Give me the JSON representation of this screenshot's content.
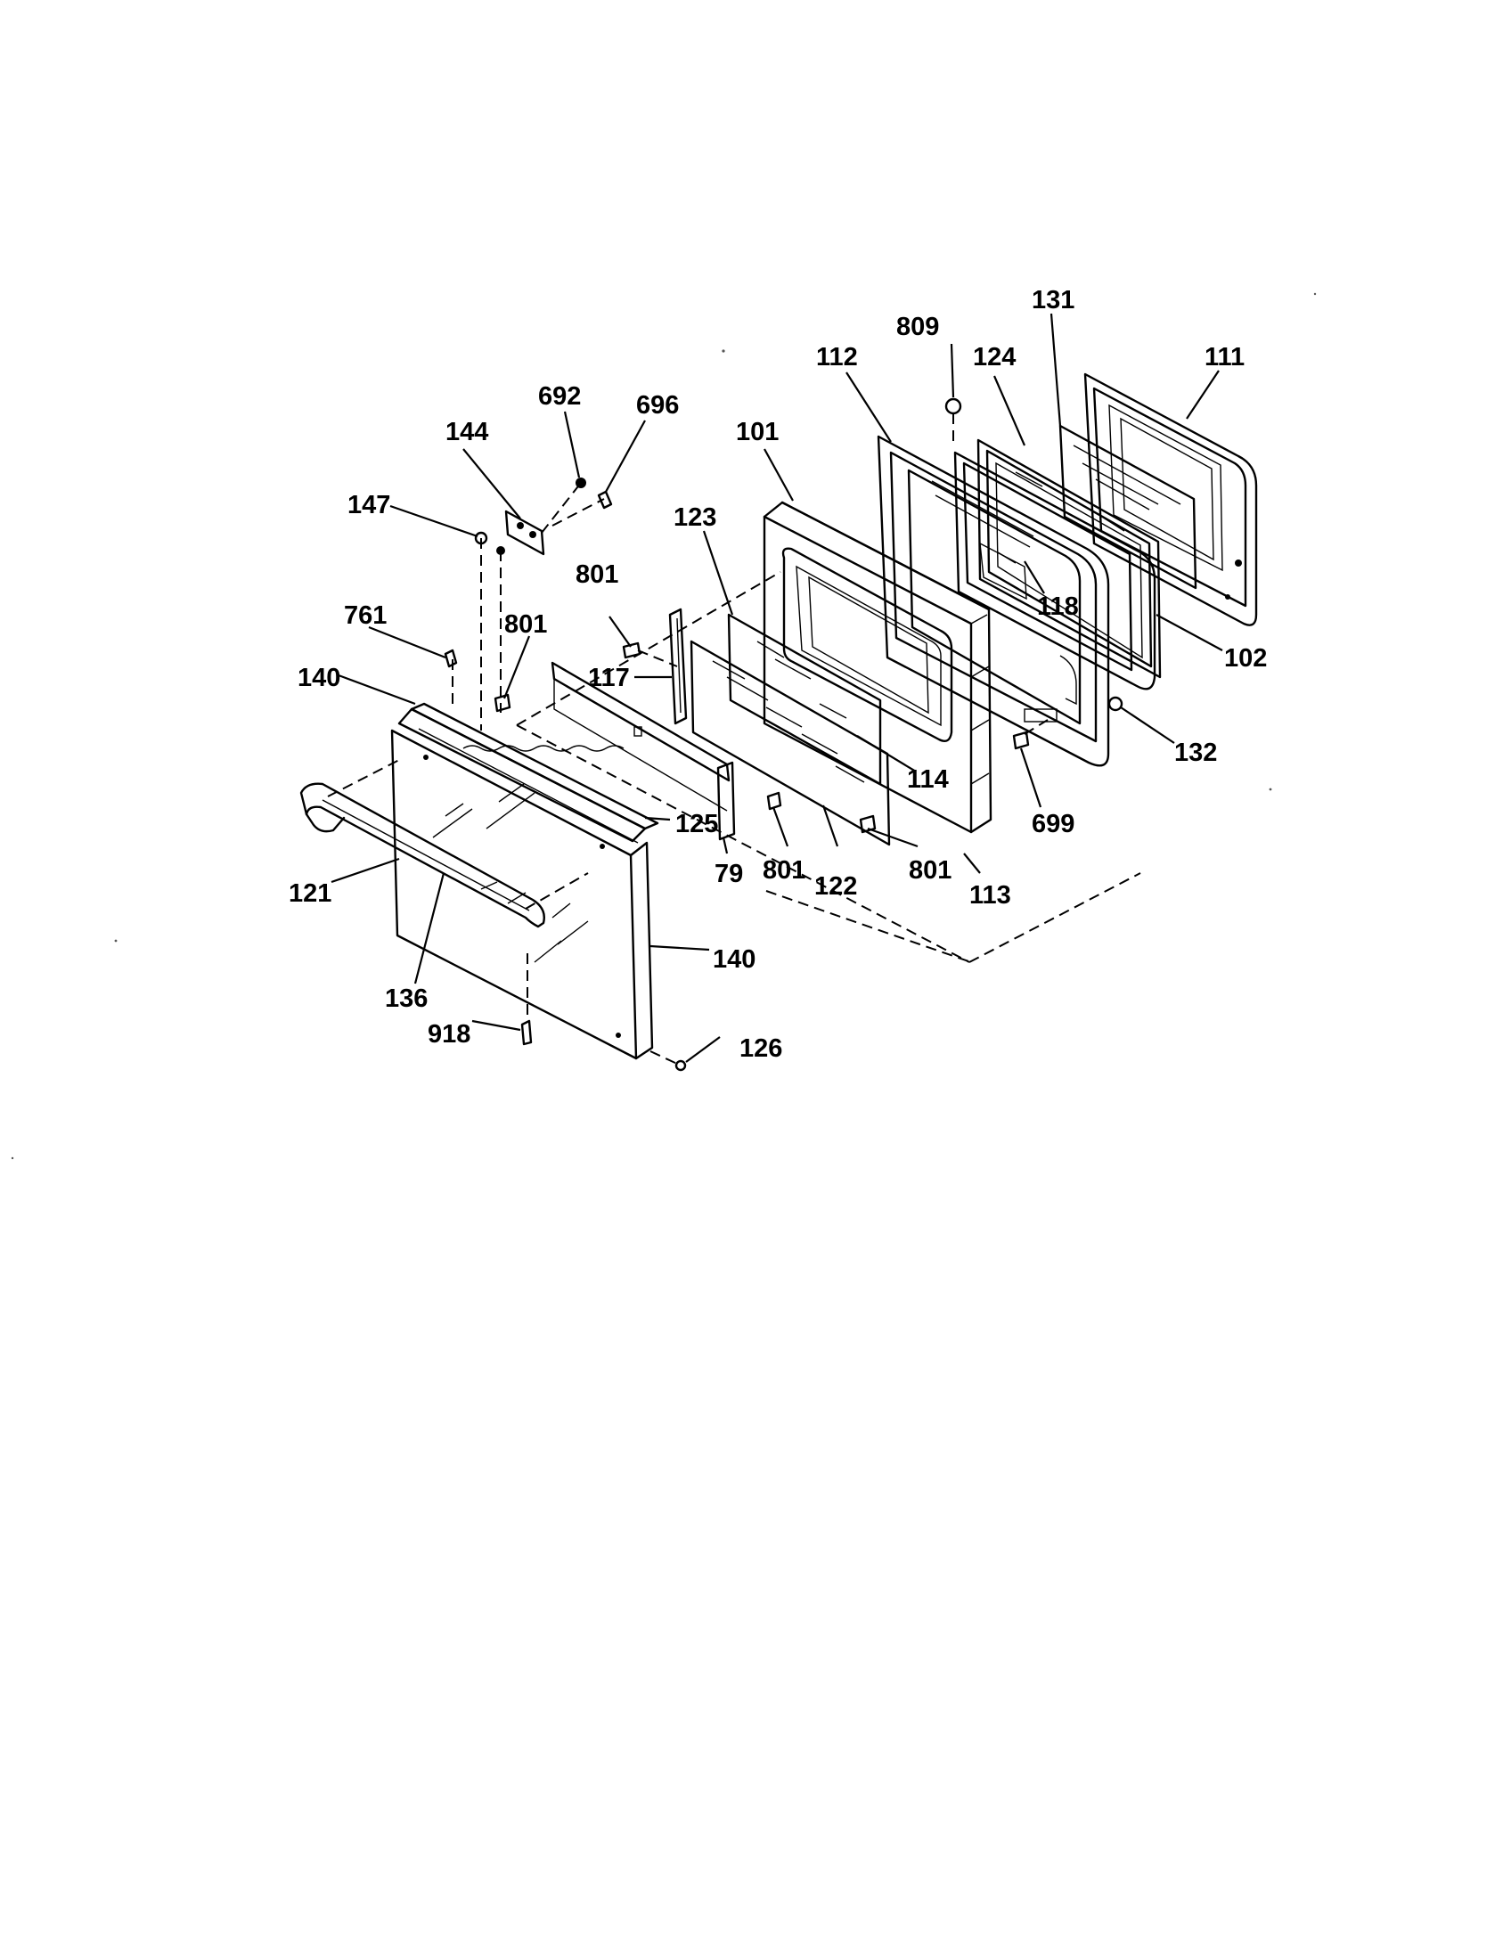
{
  "diagram": {
    "part_labels": {
      "p131": "131",
      "p809": "809",
      "p111": "111",
      "p112": "112",
      "p124": "124",
      "p692": "692",
      "p696": "696",
      "p101": "101",
      "p144": "144",
      "p147": "147",
      "p123": "123",
      "p118": "118",
      "p801a": "801",
      "p761": "761",
      "p801b": "801",
      "p102": "102",
      "p117": "117",
      "p140a": "140",
      "p132": "132",
      "p114": "114",
      "p125": "125",
      "p699": "699",
      "p79": "79",
      "p801c": "801",
      "p122": "122",
      "p801d": "801",
      "p113": "113",
      "p121": "121",
      "p140b": "140",
      "p136": "136",
      "p918": "918",
      "p126": "126"
    }
  }
}
